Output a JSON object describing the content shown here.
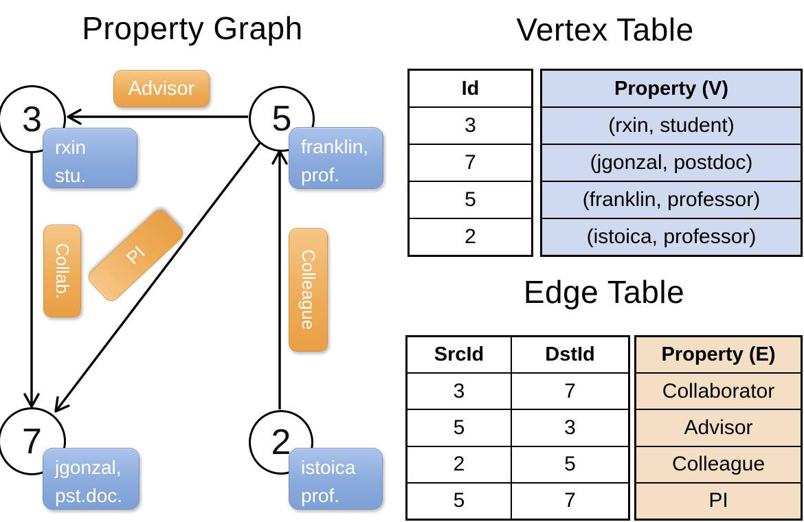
{
  "graph": {
    "title": "Property Graph",
    "nodes": {
      "n3": {
        "id": "3",
        "line1": "rxin",
        "line2": "stu."
      },
      "n5": {
        "id": "5",
        "line1": "franklin,",
        "line2": "prof."
      },
      "n7": {
        "id": "7",
        "line1": "jgonzal,",
        "line2": "pst.doc."
      },
      "n2": {
        "id": "2",
        "line1": "istoica",
        "line2": "prof."
      }
    },
    "edges": {
      "advisor": {
        "label": "Advisor",
        "from": "5",
        "to": "3"
      },
      "collab": {
        "label": "Collab.",
        "from": "3",
        "to": "7"
      },
      "pi": {
        "label": "PI",
        "from": "5",
        "to": "7"
      },
      "colleague": {
        "label": "Colleague",
        "from": "2",
        "to": "5"
      }
    }
  },
  "vertex_table": {
    "title": "Vertex Table",
    "col_id": "Id",
    "col_prop": "Property (V)",
    "rows": [
      {
        "id": "3",
        "prop": "(rxin, student)"
      },
      {
        "id": "7",
        "prop": "(jgonzal, postdoc)"
      },
      {
        "id": "5",
        "prop": "(franklin, professor)"
      },
      {
        "id": "2",
        "prop": "(istoica, professor)"
      }
    ]
  },
  "edge_table": {
    "title": "Edge Table",
    "col_src": "SrcId",
    "col_dst": "DstId",
    "col_prop": "Property (E)",
    "rows": [
      {
        "src": "3",
        "dst": "7",
        "prop": "Collaborator"
      },
      {
        "src": "5",
        "dst": "3",
        "prop": "Advisor"
      },
      {
        "src": "2",
        "dst": "5",
        "prop": "Colleague"
      },
      {
        "src": "5",
        "dst": "7",
        "prop": "PI"
      }
    ]
  },
  "colors": {
    "edge_label_orange": "#eca54f",
    "vertex_box_blue": "#8babdd",
    "vertex_table_fill": "#cfdaf1",
    "edge_table_fill": "#f4dfc5",
    "line_black": "#000000"
  }
}
